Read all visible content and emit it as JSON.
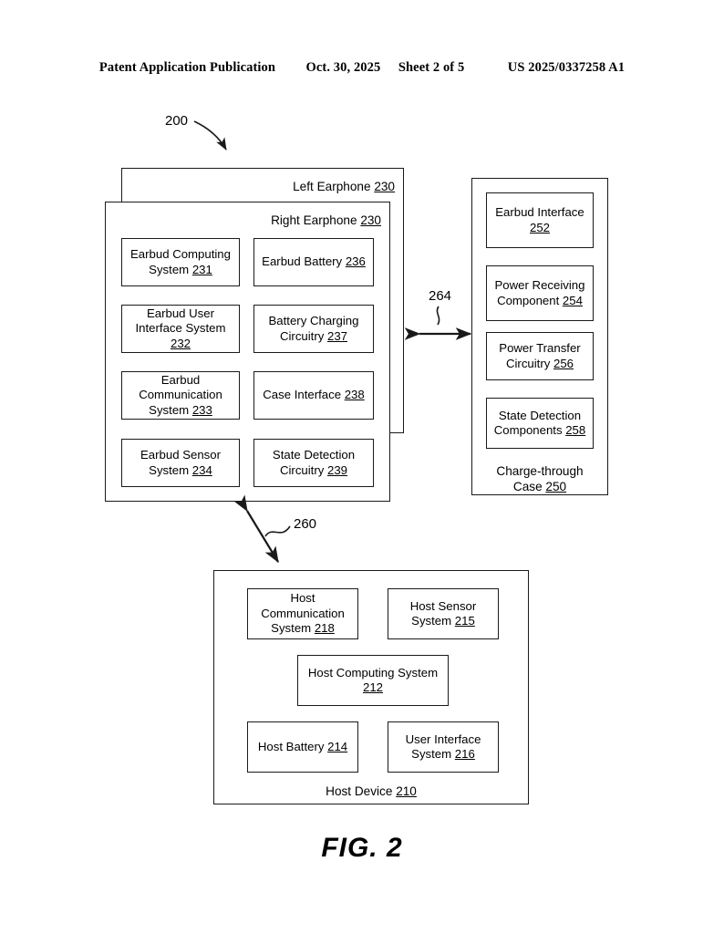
{
  "header": {
    "left": "Patent Application Publication",
    "date": "Oct. 30, 2025",
    "sheet": "Sheet 2 of 5",
    "pubnum": "US 2025/0337258 A1"
  },
  "figure": {
    "caption": "FIG. 2",
    "system_ref": "200",
    "connections": [
      {
        "ref": "264",
        "name": "earphone-case-link"
      },
      {
        "ref": "260",
        "name": "earphone-host-link"
      }
    ]
  },
  "left_earphone": {
    "title_text": "Left Earphone",
    "title_num": "230"
  },
  "right_earphone": {
    "title_text": "Right Earphone",
    "title_num": "230",
    "components": [
      {
        "lines": [
          "Earbud Computing",
          "System"
        ],
        "num": "231",
        "num_inline": true
      },
      {
        "lines": [
          "Earbud Battery"
        ],
        "num": "236",
        "num_inline": true
      },
      {
        "lines": [
          "Earbud User",
          "Interface System"
        ],
        "num": "232",
        "num_inline": false
      },
      {
        "lines": [
          "Battery Charging",
          "Circuitry"
        ],
        "num": "237",
        "num_inline": true
      },
      {
        "lines": [
          "Earbud",
          "Communication",
          "System"
        ],
        "num": "233",
        "num_inline": true
      },
      {
        "lines": [
          "Case Interface"
        ],
        "num": "238",
        "num_inline": true
      },
      {
        "lines": [
          "Earbud Sensor",
          "System"
        ],
        "num": "234",
        "num_inline": true
      },
      {
        "lines": [
          "State Detection",
          "Circuitry"
        ],
        "num": "239",
        "num_inline": true
      }
    ]
  },
  "charge_case": {
    "title_lines": [
      "Charge-through",
      "Case"
    ],
    "title_num": "250",
    "components": [
      {
        "lines": [
          "Earbud Interface"
        ],
        "num": "252",
        "num_inline": false
      },
      {
        "lines": [
          "Power Receiving",
          "Component"
        ],
        "num": "254",
        "num_inline": true
      },
      {
        "lines": [
          "Power Transfer",
          "Circuitry"
        ],
        "num": "256",
        "num_inline": true
      },
      {
        "lines": [
          "State Detection",
          "Components"
        ],
        "num": "258",
        "num_inline": true
      }
    ]
  },
  "host_device": {
    "title_text": "Host Device",
    "title_num": "210",
    "components": [
      {
        "lines": [
          "Host",
          "Communication",
          "System"
        ],
        "num": "218",
        "num_inline": true
      },
      {
        "lines": [
          "Host Sensor",
          "System"
        ],
        "num": "215",
        "num_inline": true
      },
      {
        "lines": [
          "Host Computing System"
        ],
        "num": "212",
        "num_inline": false
      },
      {
        "lines": [
          "Host Battery"
        ],
        "num": "214",
        "num_inline": true
      },
      {
        "lines": [
          "User Interface",
          "System"
        ],
        "num": "216",
        "num_inline": true
      }
    ]
  }
}
